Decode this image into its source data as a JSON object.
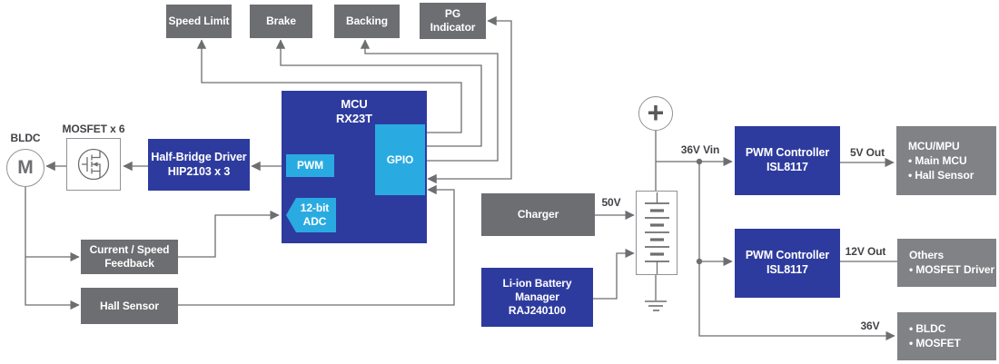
{
  "colors": {
    "blue": "#2e3b9e",
    "cyan": "#29abe2",
    "gray_dark": "#6d6e71",
    "gray_light": "#808285",
    "line": "#6d6e71",
    "label_text": "#414347"
  },
  "top_outputs": [
    {
      "label": "Speed Limit"
    },
    {
      "label": "Brake"
    },
    {
      "label": "Backing"
    },
    {
      "label": "PG\nIndicator"
    }
  ],
  "motor": {
    "label": "BLDC",
    "symbol": "M"
  },
  "mosfet_label": "MOSFET x 6",
  "half_bridge_label": "Half-Bridge Driver\nHIP2103 x 3",
  "mcu": {
    "title": "MCU\nRX23T",
    "pwm": "PWM",
    "gpio": "GPIO",
    "adc": "12-bit\nADC"
  },
  "feedback_label": "Current / Speed\nFeedback",
  "hall_label": "Hall Sensor",
  "charger_label": "Charger",
  "battery_manager_label": "Li-ion Battery\nManager\nRAJ240100",
  "battery_plus": "+",
  "rail_labels": {
    "charger_v": "50V",
    "vin": "36V Vin",
    "out5": "5V Out",
    "out12": "12V Out",
    "out36": "36V"
  },
  "pwm_controllers": [
    {
      "label": "PWM Controller\nISL8117"
    },
    {
      "label": "PWM Controller\nISL8117"
    }
  ],
  "loads": [
    {
      "title": "MCU/MPU",
      "items": [
        "• Main MCU",
        "• Hall Sensor"
      ]
    },
    {
      "title": "Others",
      "items": [
        "• MOSFET Driver"
      ]
    },
    {
      "title": "",
      "items": [
        "• BLDC",
        "• MOSFET"
      ]
    }
  ]
}
